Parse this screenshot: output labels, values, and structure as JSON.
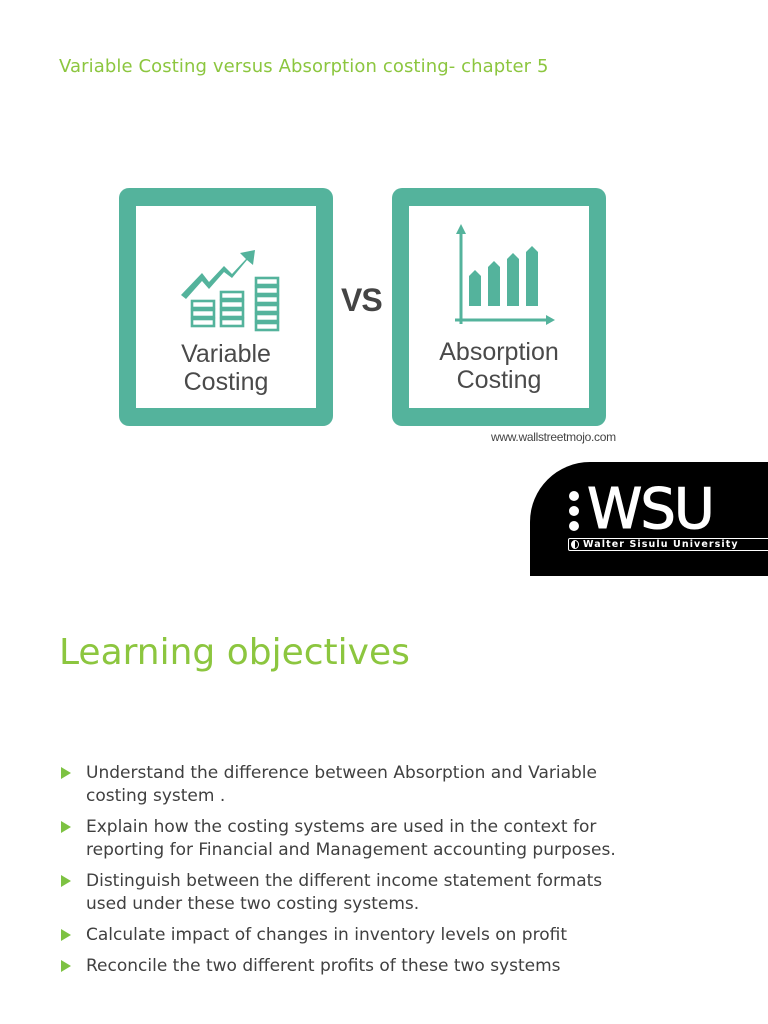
{
  "slides": [
    {
      "title": "Variable Costing versus Absorption costing- chapter 5",
      "graphic": {
        "left_card": {
          "line1": "Variable",
          "line2": "Costing",
          "icon": "rising-arrow-coin-stacks-icon"
        },
        "separator": "VS",
        "right_card": {
          "line1": "Absorption",
          "line2": "Costing",
          "icon": "bar-chart-icon"
        },
        "credit": "www.wallstreetmojo.com"
      },
      "logo": {
        "text": "WSU",
        "subtitle": "Walter Sisulu University"
      }
    },
    {
      "title": "Learning objectives",
      "objectives": [
        "Understand the difference between Absorption and Variable costing system .",
        "Explain how the costing systems are used in the context for reporting for Financial and Management accounting purposes.",
        "Distinguish between the different income statement formats used under these two costing systems.",
        "Calculate impact of changes in inventory levels on profit",
        "Reconcile the two different profits of these two systems"
      ]
    }
  ],
  "colors": {
    "accent_green": "#8cc63f",
    "card_teal": "#54b39c",
    "text_dark": "#404040",
    "logo_bg": "#000000"
  }
}
